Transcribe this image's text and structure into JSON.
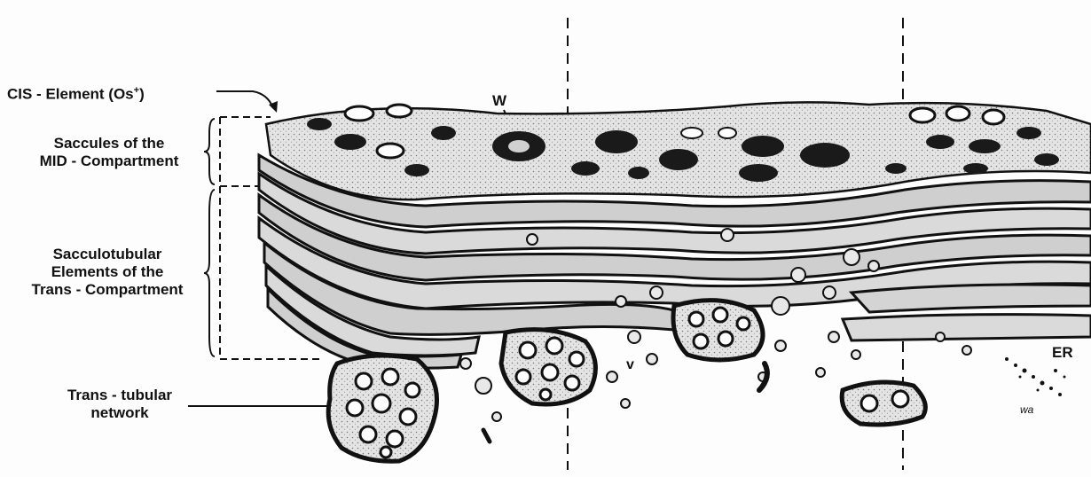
{
  "labels": {
    "cis_element_text": "CIS - Element (Os",
    "cis_element_sup": "+",
    "cis_element_close": ")",
    "mid_line1": "Saccules of the",
    "mid_line2": "MID - Compartment",
    "trans_line1": "Sacculotubular",
    "trans_line2": "Elements of the",
    "trans_line3": "Trans - Compartment",
    "ttn_line1": "Trans - tubular",
    "ttn_line2": "network",
    "w": "W",
    "v": "v",
    "er": "ER",
    "signature": "wa"
  },
  "colors": {
    "ink": "#111111",
    "membrane_fill": "#d9d9d9",
    "membrane_dark": "#1a1a1a",
    "paper": "#fdfdfd"
  }
}
